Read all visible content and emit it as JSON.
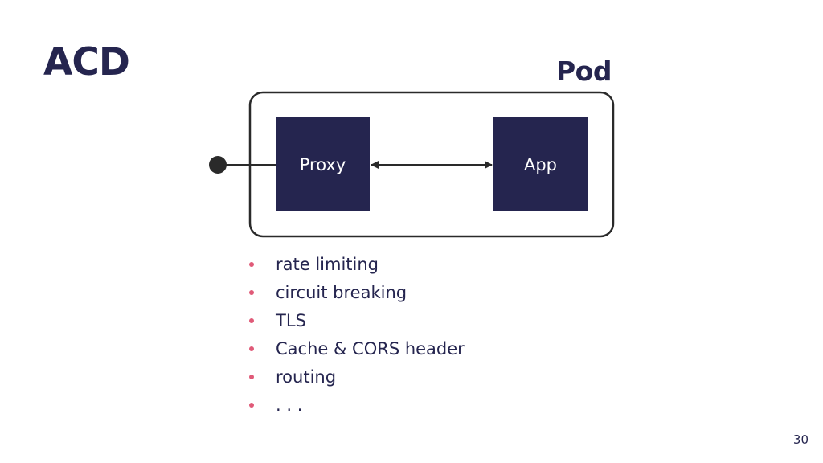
{
  "slide": {
    "title": "ACD",
    "page_number": "30"
  },
  "diagram": {
    "container_label": "Pod",
    "proxy_label": "Proxy",
    "app_label": "App",
    "box_color": "#25254f",
    "connector_color": "#2a2a2a"
  },
  "bullets": [
    "rate limiting",
    "circuit breaking",
    "TLS",
    "Cache & CORS header",
    "routing",
    ". . ."
  ],
  "colors": {
    "text": "#25254f",
    "bullet_accent": "#e05a78"
  }
}
